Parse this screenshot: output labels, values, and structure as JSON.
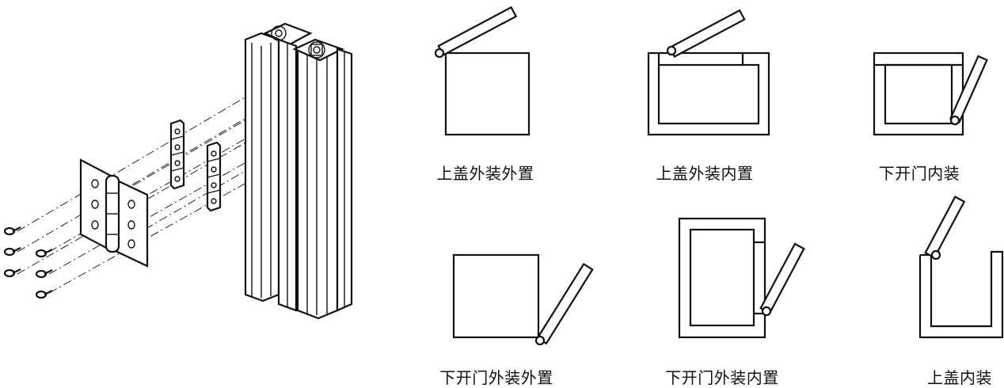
{
  "captions": {
    "c1": "上盖外装外置",
    "c2": "上盖外装内置",
    "c3": "下开门内装",
    "c4": "下开门外装外置",
    "c5": "下开门外装内置",
    "c6": "上盖内装"
  }
}
